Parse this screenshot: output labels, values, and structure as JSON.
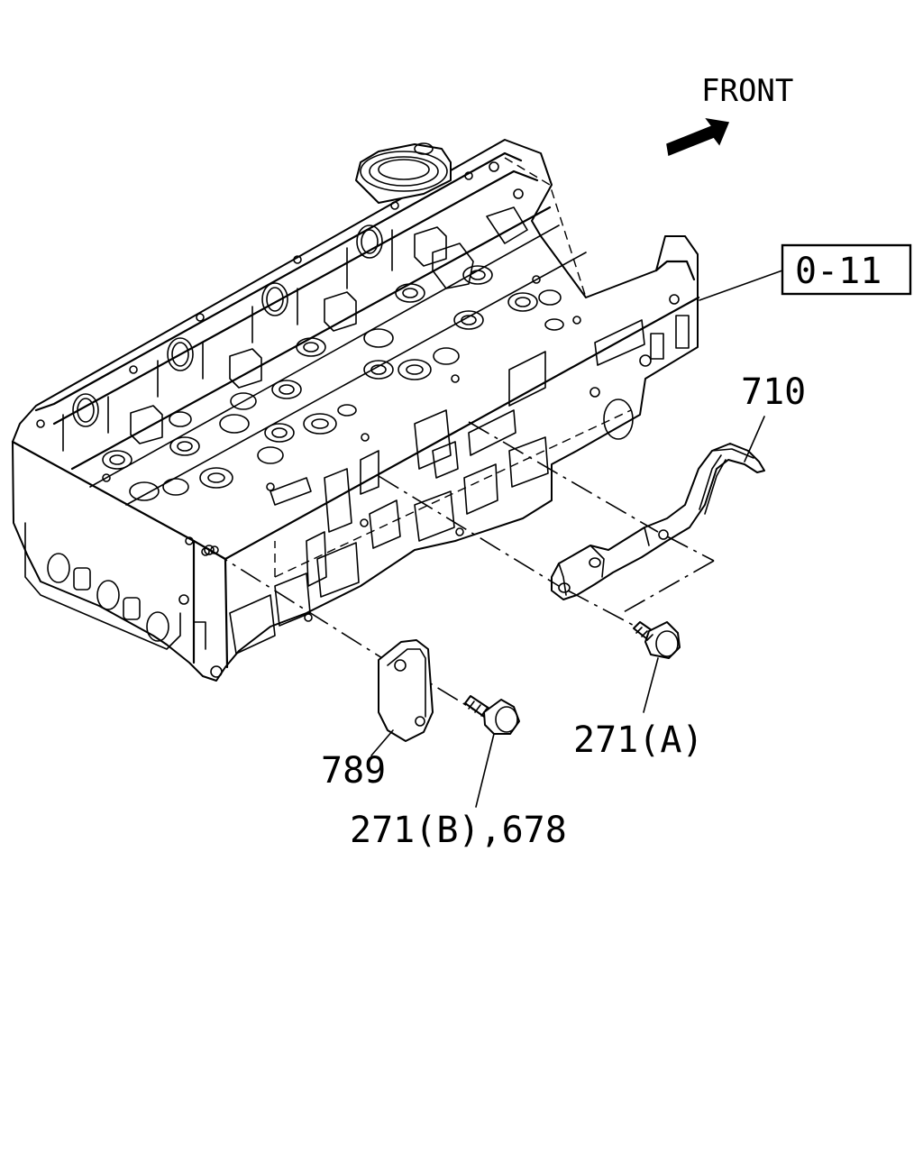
{
  "labels": {
    "front": "FRONT",
    "ref": "0-11",
    "part_710": "710",
    "part_271a": "271(A)",
    "part_789": "789",
    "part_271b_678": "271(B),678"
  },
  "colors": {
    "line": "#000000",
    "background": "#ffffff"
  },
  "icons": {
    "front_arrow": "front-arrow-icon"
  }
}
